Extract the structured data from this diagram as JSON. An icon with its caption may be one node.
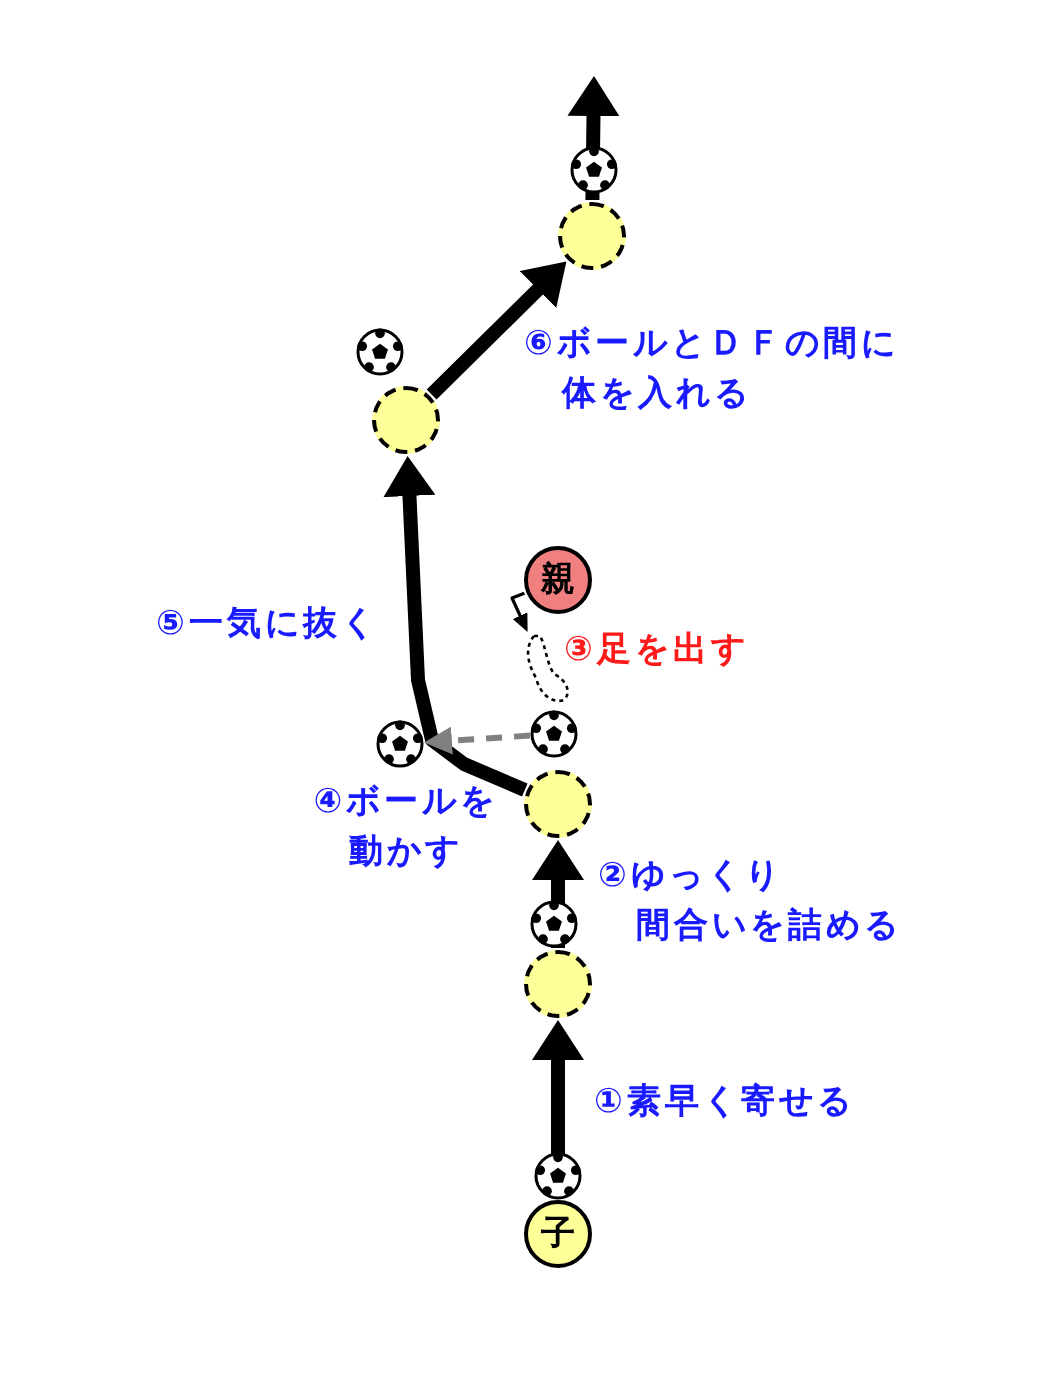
{
  "diagram": {
    "nodes": [
      {
        "text": [],
        "shape": "circle"
      },
      {
        "text": [],
        "shape": "circle"
      },
      {
        "text": [
          "親"
        ]
      },
      {
        "text": [],
        "shape": "footprint"
      },
      {
        "text": [],
        "shape": "ball"
      },
      {
        "text": [],
        "shape": "ball"
      },
      {
        "text": [],
        "shape": "circle"
      },
      {
        "text": [],
        "shape": "circle"
      },
      {
        "text": [
          "子"
        ]
      }
    ],
    "edges": [
      {
        "from": 8,
        "to": 7,
        "arrow": "to"
      },
      {
        "from": 7,
        "to": 6,
        "arrow": "to"
      },
      {
        "from": 6,
        "to": 1,
        "arrow": "to"
      },
      {
        "from": 1,
        "to": 0,
        "arrow": "to"
      },
      {
        "from": 0,
        "to": null,
        "arrow": "to"
      },
      {
        "from": 2,
        "to": 3,
        "arrow": "to"
      },
      {
        "from": 5,
        "to": 4,
        "arrow": "to",
        "style": "dashed",
        "color": "#808080"
      }
    ],
    "labels": [
      "⑥ボールとＤＦの間に体を入れる",
      "⑤一気に抜く",
      "③足を出す",
      "④ボールを動かす",
      "②ゆっくり間合いを詰める",
      "①素早く寄せる"
    ]
  }
}
